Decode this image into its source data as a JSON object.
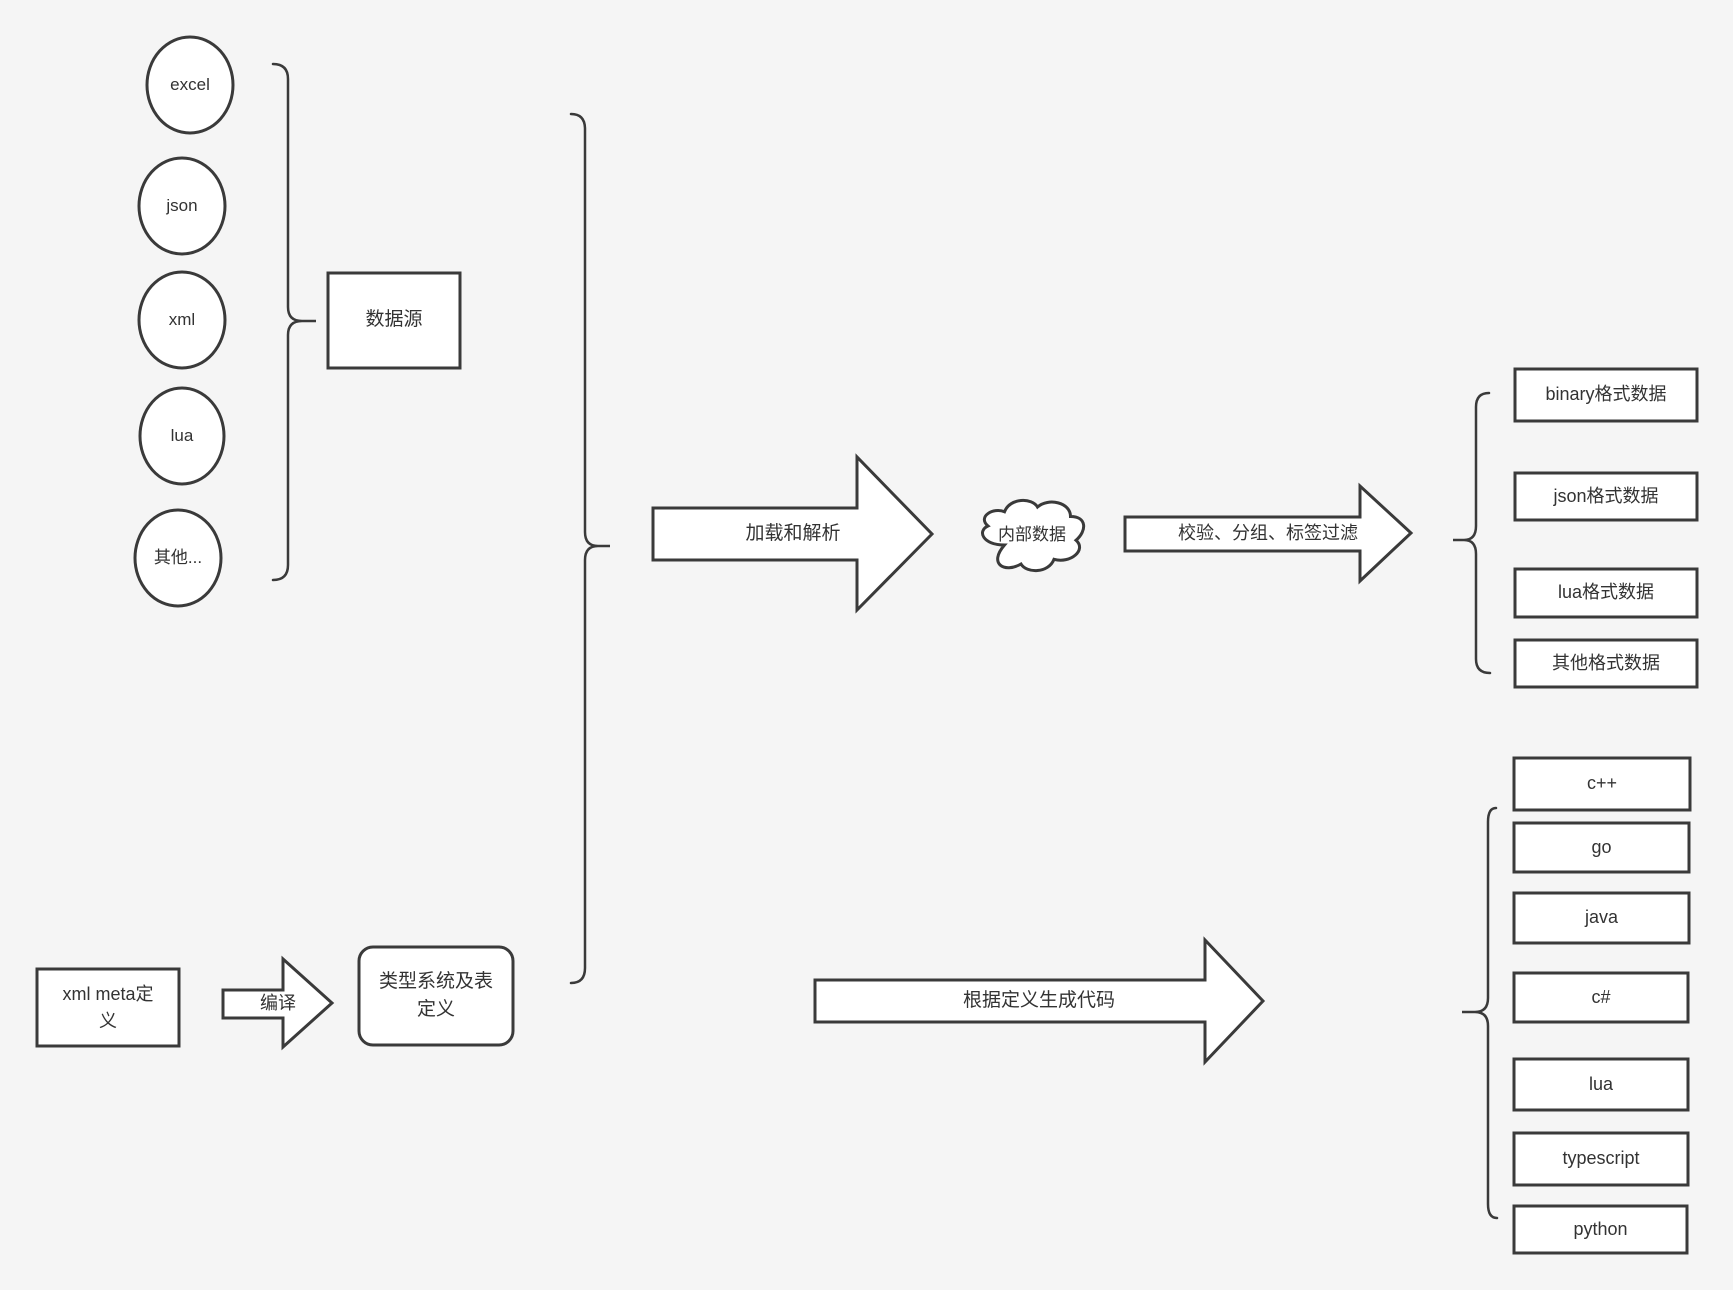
{
  "colors": {
    "background": "#f5f5f5",
    "stroke": "#3a3a3a",
    "shape_fill": "#ffffff",
    "text": "#333333"
  },
  "sources": {
    "group_label": "数据源",
    "items": [
      "excel",
      "json",
      "xml",
      "lua",
      "其他..."
    ]
  },
  "pipeline": {
    "load_parse_arrow": "加载和解析",
    "internal_data_cloud": "内部数据",
    "filter_arrow": "校验、分组、标签过滤",
    "output_formats": [
      "binary格式数据",
      "json格式数据",
      "lua格式数据",
      "其他格式数据"
    ]
  },
  "codegen": {
    "meta_box_lines": [
      "xml meta定",
      "义"
    ],
    "compile_arrow": "编译",
    "type_system_box_lines": [
      "类型系统及表",
      "定义"
    ],
    "generate_arrow": "根据定义生成代码",
    "languages": [
      "c++",
      "go",
      "java",
      "c#",
      "lua",
      "typescript",
      "python"
    ]
  }
}
